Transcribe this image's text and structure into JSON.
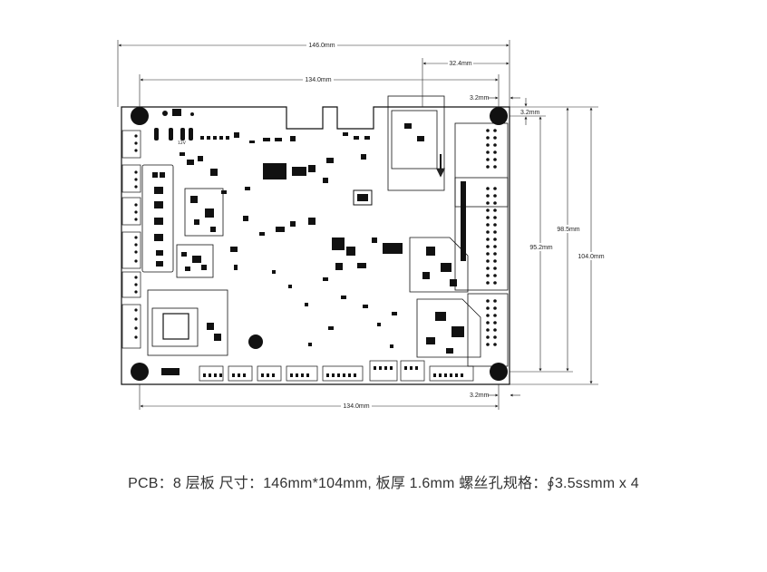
{
  "dimensions": {
    "overall_width": "146.0mm",
    "hole_span_top": "134.0mm",
    "hole_span_bottom": "134.0mm",
    "right_offset": "32.4mm",
    "edge_top": "3.2mm",
    "edge_right": "3.2mm",
    "edge_bottom": "3.2mm",
    "height_95": "95.2mm",
    "height_98": "98.5mm",
    "overall_height": "104.0mm"
  },
  "board_labels": {
    "power": "12V"
  },
  "caption": "PCB：8 层板  尺寸：146mm*104mm,  板厚 1.6mm  螺丝孔规格：∮3.5ssmm x 4"
}
